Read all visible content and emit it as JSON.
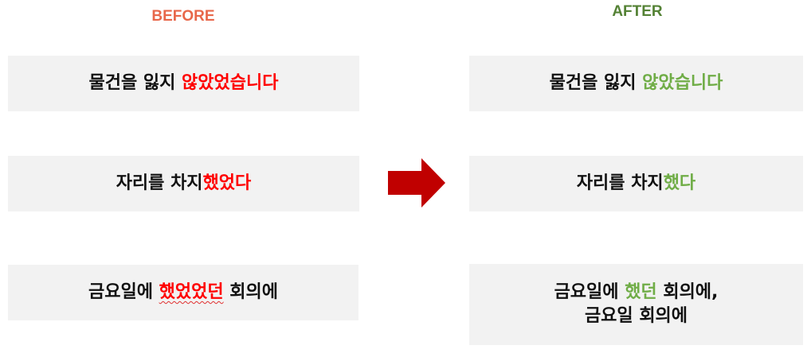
{
  "colors": {
    "before_heading": "#e8674a",
    "after_heading": "#548235",
    "removed_text": "#ff0000",
    "corrected_text": "#70ad47",
    "box_fill": "#f2f2f2",
    "arrow": "#c00000",
    "body_text": "#111111"
  },
  "before": {
    "heading": "BEFORE",
    "items": [
      {
        "plain": "물건을 잃지 ",
        "highlight": "않았었습니다",
        "suffix": ""
      },
      {
        "plain": "자리를 차지",
        "highlight": "했었다",
        "suffix": ""
      },
      {
        "plain": "금요일에 ",
        "highlight": "했었었던",
        "suffix": " 회의에"
      }
    ]
  },
  "after": {
    "heading": "AFTER",
    "items": [
      {
        "plain": "물건을 잃지 ",
        "highlight": "않았습니다",
        "suffix": ""
      },
      {
        "plain": "자리를 차지",
        "highlight": "했다",
        "suffix": ""
      },
      {
        "plain": "금요일에 ",
        "highlight": "했던",
        "suffix": " 회의에,",
        "line2": "금요일 회의에"
      }
    ]
  },
  "arrow_icon": "right-arrow-icon"
}
